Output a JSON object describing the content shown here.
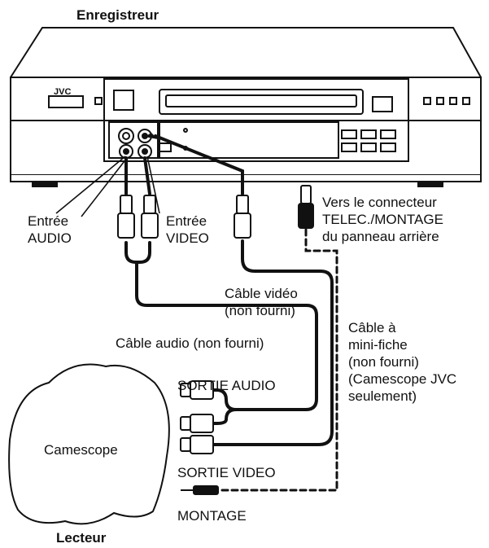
{
  "recorder_title": "Enregistreur",
  "player_title": "Lecteur",
  "brand": "JVC",
  "labels": {
    "audio_in": "Entrée\nAUDIO",
    "video_in": "Entrée\nVIDEO",
    "remote_connector": "Vers le connecteur\nTELEC./MONTAGE\ndu panneau arrière",
    "video_cable": "Câble vidéo\n(non fourni)",
    "audio_cable": "Câble audio (non fourni)",
    "minijack_cable": "Câble à\nmini-fiche\n(non fourni)\n(Camescope JVC\nseulement)",
    "audio_out": "SORTIE AUDIO",
    "camcorder": "Camescope",
    "video_out": "SORTIE VIDEO",
    "edit": "MONTAGE"
  },
  "colors": {
    "line": "#111111",
    "background": "#ffffff"
  }
}
